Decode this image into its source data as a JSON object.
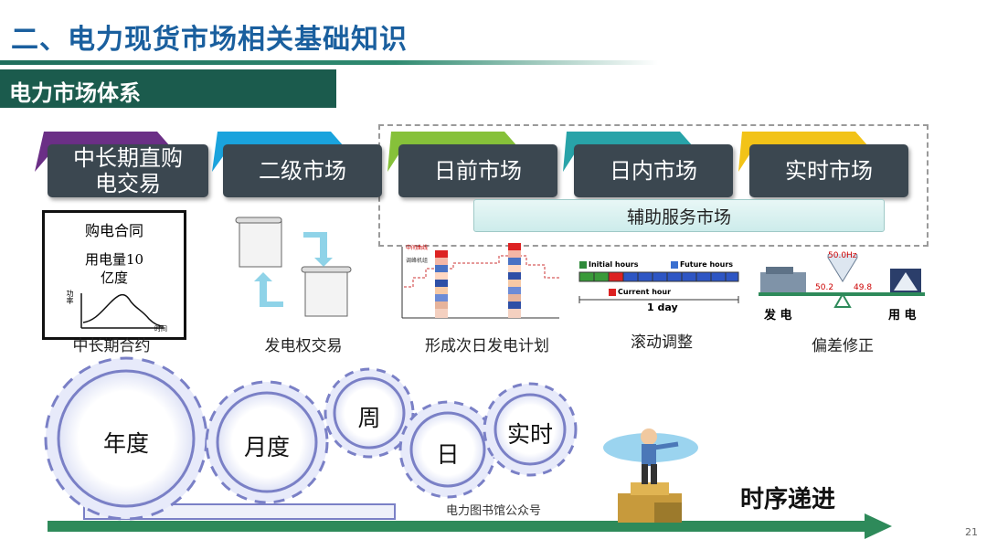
{
  "title": "二、电力现货市场相关基础知识",
  "section_header": "电力市场体系",
  "markets": [
    {
      "label": "中长期直购电交易"
    },
    {
      "label": "二级市场"
    },
    {
      "label": "日前市场"
    },
    {
      "label": "日内市场"
    },
    {
      "label": "实时市场"
    }
  ],
  "aux_market": "辅助服务市场",
  "contract": {
    "title": "购电合同",
    "line1": "用电量10",
    "line2": "亿度",
    "y_axis": "功率",
    "x_axis": "时间"
  },
  "captions": {
    "long_term": "中长期合约",
    "rights": "发电权交易",
    "day_ahead": "形成次日发电计划",
    "rolling": "滚动调整",
    "deviation": "偏差修正"
  },
  "dayahead_chart": {
    "legend1": "中间曲线",
    "legend2": "调峰机组"
  },
  "rolling_chart": {
    "initial": "Initial hours",
    "future": "Future hours",
    "current": "Current hour",
    "span": "1 day"
  },
  "balance": {
    "freq": "50.0Hz",
    "left_val": "50.2",
    "right_val": "49.8",
    "gen": "发 电",
    "use": "用 电"
  },
  "gears": {
    "year": "年度",
    "month": "月度",
    "week": "周",
    "day": "日",
    "realtime": "实时"
  },
  "progress_label": "时序递进",
  "watermark": "电力图书馆公众号",
  "page_number": "21",
  "colors": {
    "title": "#1a5f9e",
    "header_bg": "#1b5b4d",
    "box_bg": "#3b4750",
    "arrow": "#2e8a5a"
  }
}
